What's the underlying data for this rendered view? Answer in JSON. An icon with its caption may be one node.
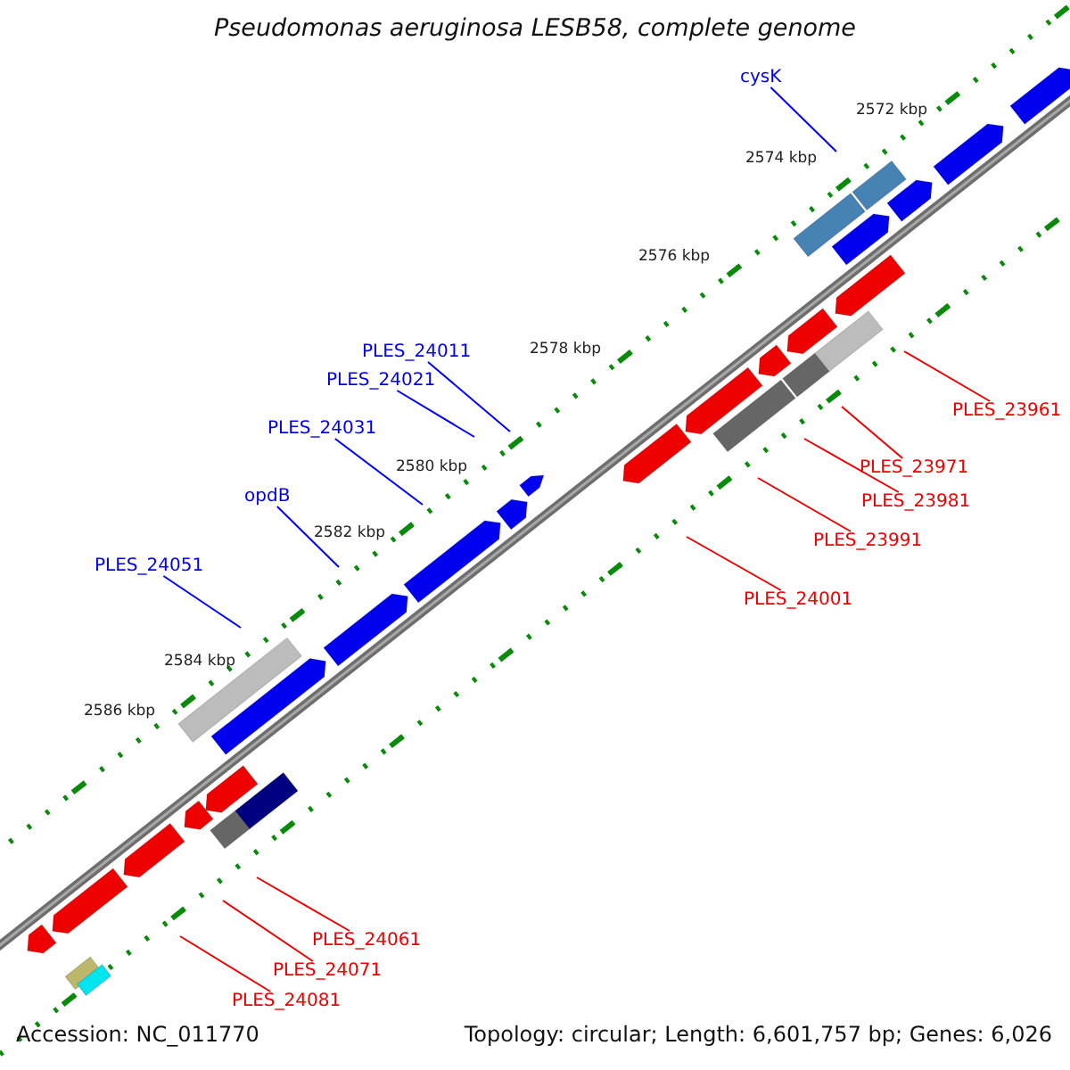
{
  "diagram": {
    "title": "Pseudomonas aeruginosa LESB58, complete genome",
    "nodes": [
      {
        "text": [
          "cysK"
        ]
      },
      {
        "text": [
          "PLES_24011"
        ]
      },
      {
        "text": [
          "PLES_24021"
        ]
      },
      {
        "text": [
          "PLES_23961"
        ]
      },
      {
        "text": [
          "PLES_24031"
        ]
      },
      {
        "text": [
          "PLES_23971"
        ]
      },
      {
        "text": [
          "PLES_23981"
        ]
      },
      {
        "text": [
          "opdB"
        ]
      },
      {
        "text": [
          "PLES_23991"
        ]
      },
      {
        "text": [
          "PLES_24051"
        ]
      },
      {
        "text": [
          "PLES_24001"
        ]
      },
      {
        "text": [
          "PLES_24061"
        ]
      },
      {
        "text": [
          "PLES_24071"
        ]
      },
      {
        "text": [
          "PLES_24081"
        ]
      }
    ],
    "edges": [
      {
        "from": 0,
        "to": null,
        "arrow": "none",
        "color": "#0000ff"
      },
      {
        "from": 1,
        "to": null,
        "arrow": "none",
        "color": "#0000ff"
      },
      {
        "from": 2,
        "to": null,
        "arrow": "none",
        "color": "#0000ff"
      },
      {
        "from": 3,
        "to": null,
        "arrow": "none"
      },
      {
        "from": 4,
        "to": null,
        "arrow": "none",
        "color": "#0000ff"
      },
      {
        "from": 5,
        "to": null,
        "arrow": "none"
      },
      {
        "from": 6,
        "to": null,
        "arrow": "none"
      },
      {
        "from": 7,
        "to": null,
        "arrow": "none",
        "color": "#0000ff"
      },
      {
        "from": 8,
        "to": null,
        "arrow": "none"
      },
      {
        "from": 9,
        "to": null,
        "arrow": "none",
        "color": "#0000ff"
      },
      {
        "from": 10,
        "to": null,
        "arrow": "none"
      },
      {
        "from": 11,
        "to": null,
        "arrow": "none"
      },
      {
        "from": 12,
        "to": null,
        "arrow": "none"
      },
      {
        "from": 13,
        "to": null,
        "arrow": "none"
      }
    ],
    "labels": [
      "2572 kbp",
      "2574 kbp",
      "2576 kbp",
      "2578 kbp",
      "2580 kbp",
      "2582 kbp",
      "2584 kbp",
      "2586 kbp",
      "Accession: NC_011770",
      "Topology: circular; Length: 6,601,757 bp; Genes: 6,026"
    ]
  }
}
